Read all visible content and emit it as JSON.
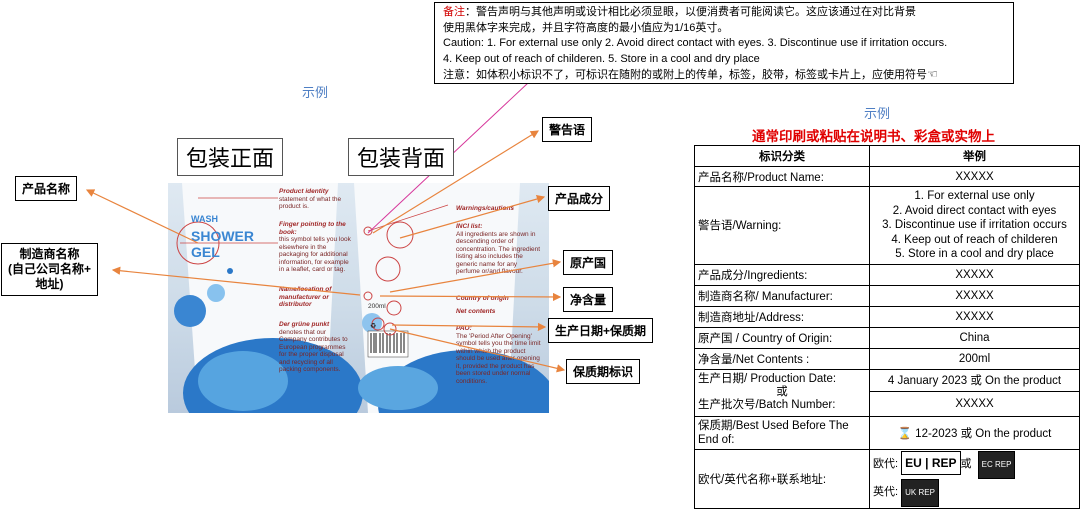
{
  "note": {
    "label": "备注",
    "line1": "：警告声明与其他声明或设计相比必须显眼，以便消费者可能阅读它。这应该通过在对比背景",
    "line2": "使用黑体字来完成，并且字符高度的最小值应为1/16英寸。",
    "line3": "Caution: 1. For external use only 2. Avoid direct contact with eyes. 3. Discontinue use if irritation occurs.",
    "line4": "4. Keep out of reach of childeren. 5. Store in a cool and dry place",
    "line5": "注意：如体积小标识不了，可标识在随附的或附上的传单，标签，胶带，标签或卡片上，应使用符号"
  },
  "left": {
    "example": "示例",
    "front_title": "包装正面",
    "back_title": "包装背面",
    "callouts": {
      "product_name": "产品名称",
      "manufacturer": "制造商名称\n(自己公司名称+\n地址)",
      "warning": "警告语",
      "ingredients": "产品成分",
      "origin": "原产国",
      "net": "净含量",
      "prod_date": "生产日期+保质期",
      "pao": "保质期标识"
    },
    "tube": {
      "wash": "WASH",
      "shower": "SHOWER",
      "gel": "GEL",
      "t1": "Product identity",
      "t1b": "statement of what the product is.",
      "t2": "Finger pointing to the book:",
      "t2b": "this symbol tells you look elsewhere in the packaging for additional information, for example in a leaflet, card or tag.",
      "t3": "Name/location of manufacturer or distributor",
      "t4": "Der grüne punkt",
      "t4b": "denotes that our Company contributes to European programmes for the proper disposal and recycling of all packing components.",
      "r1": "Warnings/cautions",
      "r2": "INCI list:",
      "r2b": "All ingredients are shown in descending order of concentration. The ingredient listing also includes the generic name for any perfume or/and flavour.",
      "r3": "Country of origin",
      "r4": "Net contents",
      "r5": "PAO:",
      "r5b": "The 'Period After Opening' symbol tells you the time limit within which the product should be used after opening it, provided the product has been stored under normal conditions.",
      "vol": "200ml"
    }
  },
  "right": {
    "example": "示例",
    "heading": "通常印刷或粘贴在说明书、彩盒或实物上",
    "header": [
      "标识分类",
      "举例"
    ],
    "rows": [
      {
        "k": "产品名称/Product Name:",
        "v": "XXXXX"
      },
      {
        "k": "警告语/Warning:",
        "v": "1. For external use only\n2. Avoid direct contact with eyes\n3. Discontinue use if irritation occurs\n4. Keep out of reach of childeren\n5. Store in a cool and dry place"
      },
      {
        "k": "产品成分/Ingredients:",
        "v": "XXXXX"
      },
      {
        "k": "制造商名称/ Manufacturer:",
        "v": "XXXXX"
      },
      {
        "k": "制造商地址/Address:",
        "v": "XXXXX"
      },
      {
        "k": "原产国 / Country of Origin:",
        "v": "China"
      },
      {
        "k": "净含量/Net Contents :",
        "v": "200ml"
      }
    ],
    "prod_date_key": "生产日期/ Production Date:",
    "or": "或",
    "batch_key": "生产批次号/Batch Number:",
    "prod_date_val": "4 January 2023 或 On the product",
    "batch_val": "XXXXX",
    "bbe_key": "保质期/Best Used Before The End of:",
    "bbe_val": "12-2023 或 On the product",
    "rep_key": "欧代/英代名称+联系地址:",
    "eu_label": "欧代:",
    "eu_sym1": "EU",
    "eu_sym2": "REP",
    "eu_or": "或",
    "ec_sym": "EC",
    "ec_rep": "REP",
    "uk_label": "英代:",
    "uk_sym": "UK",
    "uk_rep": "REP"
  }
}
